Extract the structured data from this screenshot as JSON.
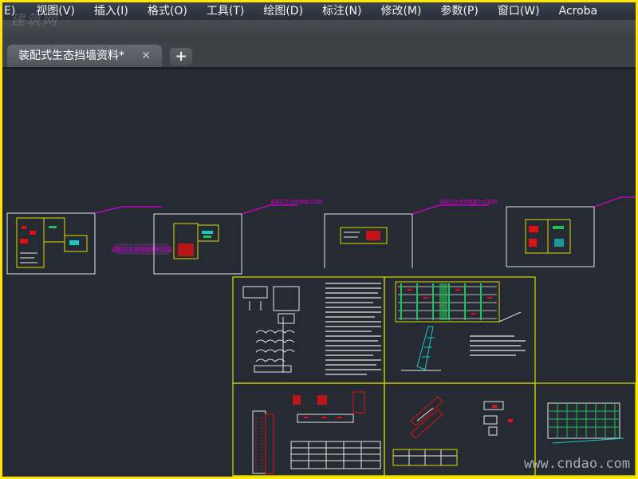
{
  "menu": {
    "items": [
      "E)",
      "视图(V)",
      "插入(I)",
      "格式(O)",
      "工具(T)",
      "绘图(D)",
      "标注(N)",
      "修改(M)",
      "参数(P)",
      "窗口(W)",
      "Acroba"
    ]
  },
  "title_logo": "建筑网",
  "tab": {
    "title": "装配式生态挡墙资料*",
    "close_symbol": "✕",
    "new_tab_symbol": "+"
  },
  "drawing": {
    "labels": {
      "leader_1": "装配式生态挡墙板式结构",
      "leader_2": "装配式生态挡墙重力式结构",
      "boxed_label": "装配式生态挡墙资料目录"
    }
  },
  "site_watermark": "www.cndao.com",
  "colors": {
    "background": "#262b33",
    "frame_border": "#ffe600",
    "drawing_yellow": "#d9d900",
    "drawing_white": "#e6e6e6",
    "leader_magenta": "#d400d4",
    "drawing_red": "#e01010",
    "drawing_green": "#22c25a",
    "drawing_cyan": "#18c8c8"
  }
}
